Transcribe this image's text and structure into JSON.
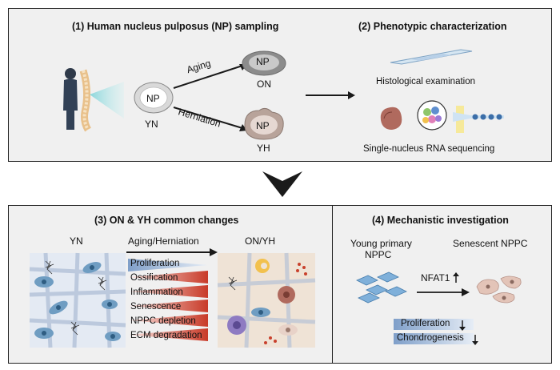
{
  "panel1": {
    "title": "(1) Human nucleus pulposus (NP) sampling",
    "np_disc_label": "NP",
    "yn_label": "YN",
    "aging_arrow_label": "Aging",
    "herniation_arrow_label": "Herniation",
    "on_disc_label": "NP",
    "on_label": "ON",
    "yh_disc_label": "NP",
    "yh_label": "YH"
  },
  "panel2": {
    "title": "(2) Phenotypic characterization",
    "histology_label": "Histological examination",
    "snrna_label": "Single-nucleus RNA sequencing"
  },
  "panel3": {
    "title": "(3) ON & YH common changes",
    "left_label": "YN",
    "arrow_label": "Aging/Herniation",
    "right_label": "ON/YH",
    "changes": [
      "Proliferation",
      "Ossification",
      "Inflammation",
      "Senescence",
      "NPPC depletion",
      "ECM degradation"
    ]
  },
  "panel4": {
    "title": "(4) Mechanistic investigation",
    "young_label_line1": "Young primary",
    "young_label_line2": "NPPC",
    "senescent_label": "Senescent NPPC",
    "nfat_label": "NFAT1",
    "result1": "Proliferation",
    "result2": "Chondrogenesis"
  },
  "colors": {
    "panel_bg": "#f0f0f0",
    "arrow_dark": "#1a1a1a",
    "decrease_blue": "#7f9fc9",
    "increase_red": "#c83a28"
  }
}
